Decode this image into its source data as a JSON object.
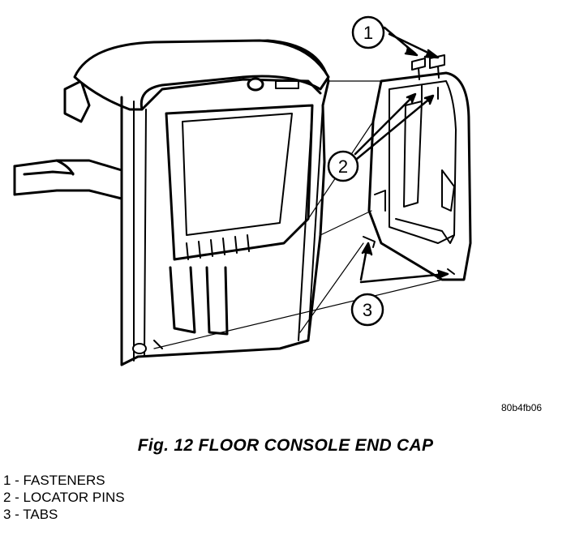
{
  "callouts": [
    {
      "number": "1"
    },
    {
      "number": "2"
    },
    {
      "number": "3"
    }
  ],
  "image_code": "80b4fb06",
  "figure_title": "Fig. 12 FLOOR CONSOLE END CAP",
  "legend": [
    "1 - FASTENERS",
    "2 - LOCATOR PINS",
    "3 - TABS"
  ]
}
